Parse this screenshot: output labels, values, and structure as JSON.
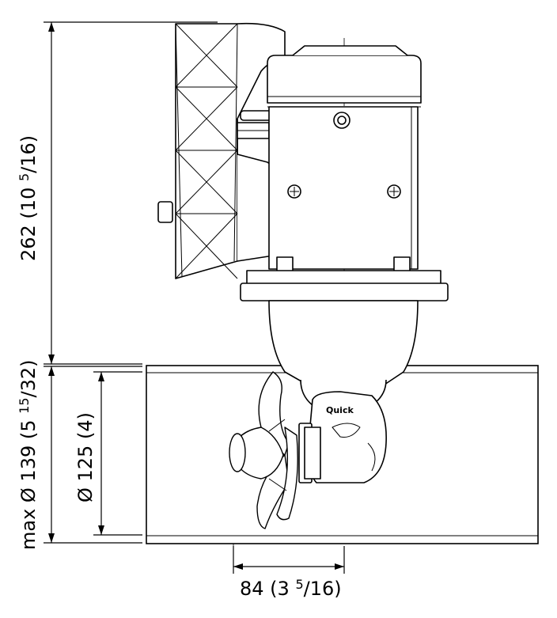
{
  "dimensions": {
    "height": {
      "main": "262 (10 ",
      "frac_num": "5",
      "frac_rest": "/16)"
    },
    "tube_outer": {
      "main": "max Ø 139 (5 ",
      "frac_num": "15",
      "frac_rest": "/32)"
    },
    "tube_inner": {
      "main": "Ø 125 (4)"
    },
    "offset": {
      "main": "84 (3 ",
      "frac_num": "5",
      "frac_rest": "/16)"
    }
  },
  "brand": {
    "logo_text": "Quick"
  },
  "colors": {
    "line": "#000000",
    "background": "#ffffff"
  }
}
